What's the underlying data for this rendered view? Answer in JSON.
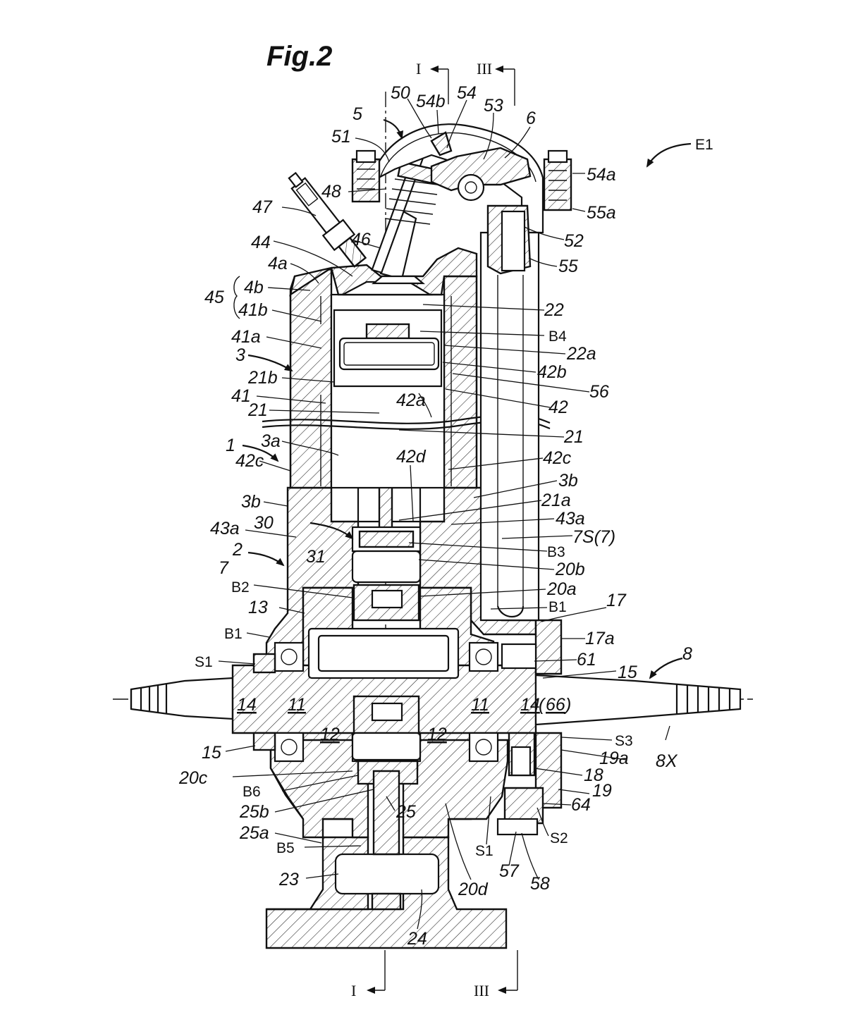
{
  "figure": {
    "title": "Fig.2",
    "section_markers": {
      "top_left": "I",
      "top_right": "III",
      "bottom_left": "I",
      "bottom_right": "III"
    },
    "engine_id": "E1",
    "labels": {
      "l50": "50",
      "l54b": "54b",
      "l54": "54",
      "l53": "53",
      "l5": "5",
      "l6": "6",
      "l51": "51",
      "l54a": "54a",
      "l48": "48",
      "l47": "47",
      "l55a": "55a",
      "l46": "46",
      "l52": "52",
      "l44": "44",
      "l55": "55",
      "l4a": "4a",
      "l4b": "4b",
      "l45": "45",
      "l41b": "41b",
      "l22": "22",
      "lB4": "B4",
      "l41a": "41a",
      "l22a": "22a",
      "l3": "3",
      "l42b": "42b",
      "l21b": "21b",
      "l56": "56",
      "l41": "41",
      "l42a": "42a",
      "l42": "42",
      "l21L": "21",
      "l21R": "21",
      "l3a": "3a",
      "l1": "1",
      "l42d": "42d",
      "l42cR": "42c",
      "l42cL": "42c",
      "l3bR": "3b",
      "l21a": "21a",
      "l3bL": "3b",
      "l43aR": "43a",
      "l30": "30",
      "l7S": "7S(7)",
      "l43aL": "43a",
      "l31": "31",
      "l2": "2",
      "lB3": "B3",
      "l20b": "20b",
      "l7": "7",
      "lB2": "B2",
      "l20a": "20a",
      "l13": "13",
      "lB1R": "B1",
      "l17": "17",
      "lB1L": "B1",
      "l17a": "17a",
      "l8": "8",
      "lS1L": "S1",
      "l61": "61",
      "l15R": "15",
      "l14L": "14",
      "l11L": "11",
      "l11R": "11",
      "l14R": "14",
      "l66": "66",
      "l12L": "12",
      "l12R": "12",
      "l15L": "15",
      "lS3": "S3",
      "l19a": "19a",
      "l8X": "8X",
      "l20c": "20c",
      "l18": "18",
      "lB6": "B6",
      "l19": "19",
      "l25b": "25b",
      "l64": "64",
      "l25": "25",
      "l25a": "25a",
      "lS2": "S2",
      "lB5": "B5",
      "lS1B": "S1",
      "l57": "57",
      "l23": "23",
      "l58": "58",
      "l20d": "20d",
      "l24": "24"
    }
  }
}
